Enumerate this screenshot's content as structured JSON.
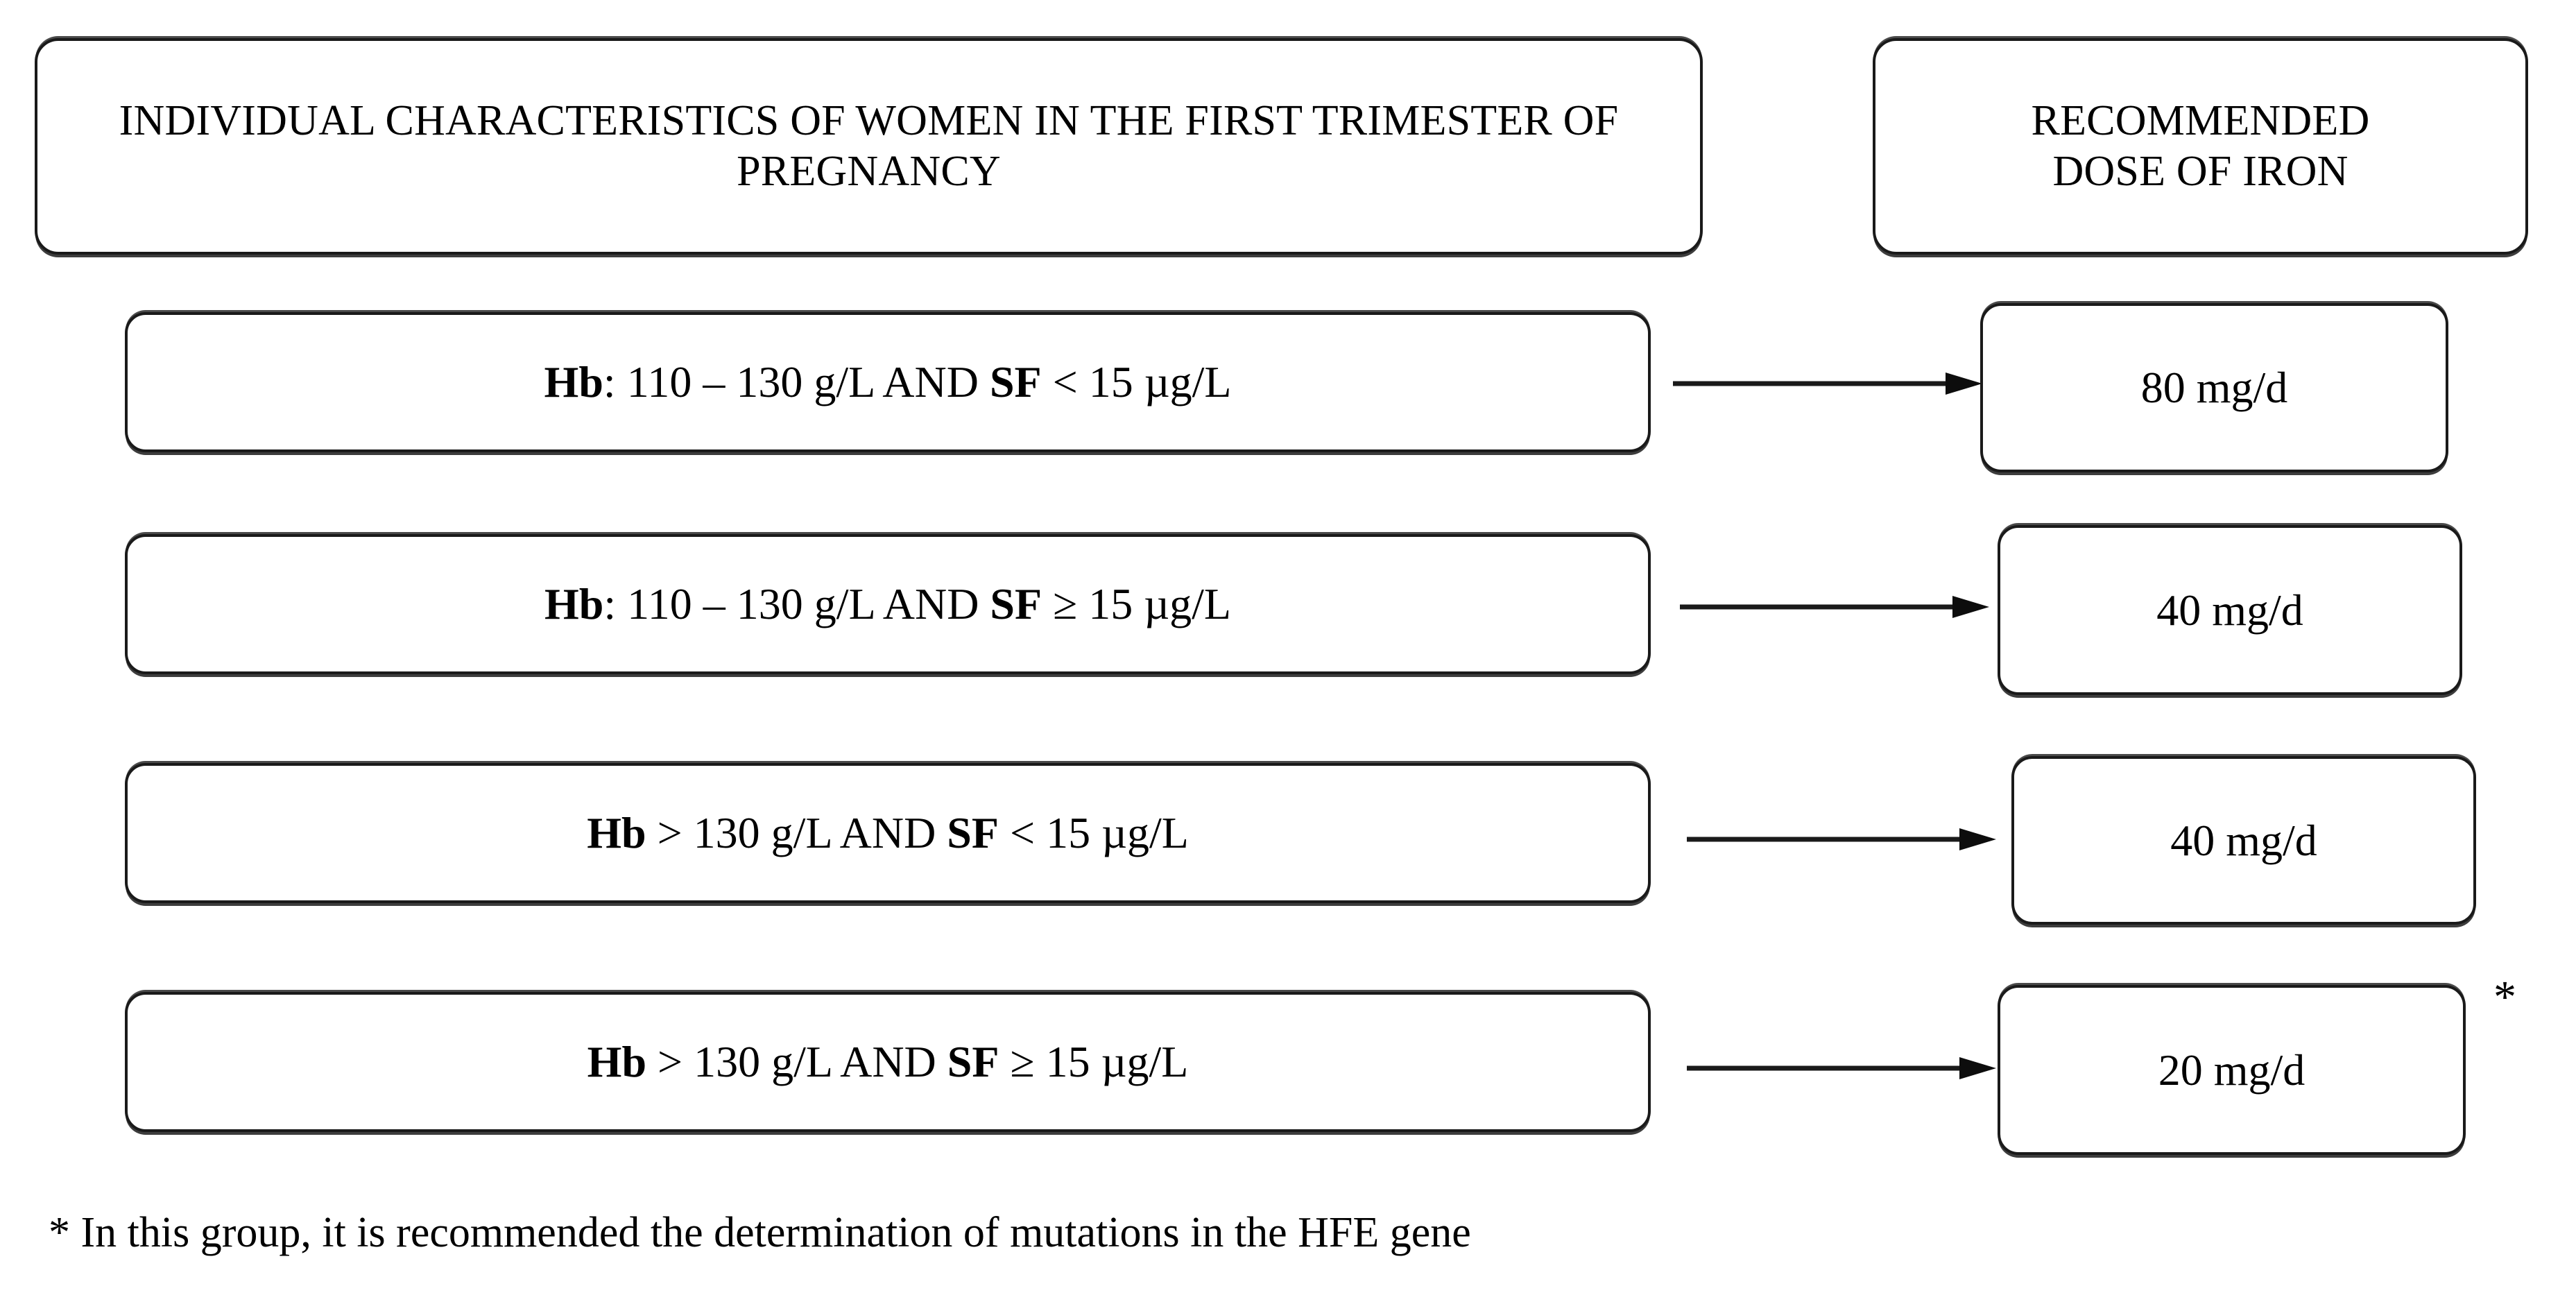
{
  "header": {
    "left_title_line1": "INDIVIDUAL CHARACTERISTICS OF WOMEN IN THE",
    "left_title_line2": "FIRST TRIMESTER OF PREGNANCY",
    "right_title_line1": "RECOMMENDED",
    "right_title_line2": "DOSE OF IRON"
  },
  "rows": [
    {
      "marker_label": "Hb",
      "condition_text": ": 110 – 130 g/L AND ",
      "marker2_label": "SF",
      "condition_tail": " < 15 µg/L",
      "dose": "80 mg/d",
      "arrow_name": "arrow-row-1"
    },
    {
      "marker_label": "Hb",
      "condition_text": ": 110 – 130 g/L AND ",
      "marker2_label": "SF",
      "condition_tail": " ≥ 15 µg/L",
      "dose": "40 mg/d",
      "arrow_name": "arrow-row-2"
    },
    {
      "marker_label": "Hb",
      "condition_text": " > 130 g/L AND ",
      "marker2_label": "SF",
      "condition_tail": " < 15 µg/L",
      "dose": "40 mg/d",
      "arrow_name": "arrow-row-3"
    },
    {
      "marker_label": "Hb",
      "condition_text": " > 130 g/L AND ",
      "marker2_label": "SF",
      "condition_tail": " ≥ 15 µg/L",
      "dose": "20 mg/d",
      "arrow_name": "arrow-row-4"
    }
  ],
  "asterisk": "*",
  "footnote": "* In this group, it is recommended the determination of mutations in the HFE gene",
  "colors": {
    "stroke": "#1a1a1a",
    "background": "#ffffff",
    "text": "#000000"
  }
}
